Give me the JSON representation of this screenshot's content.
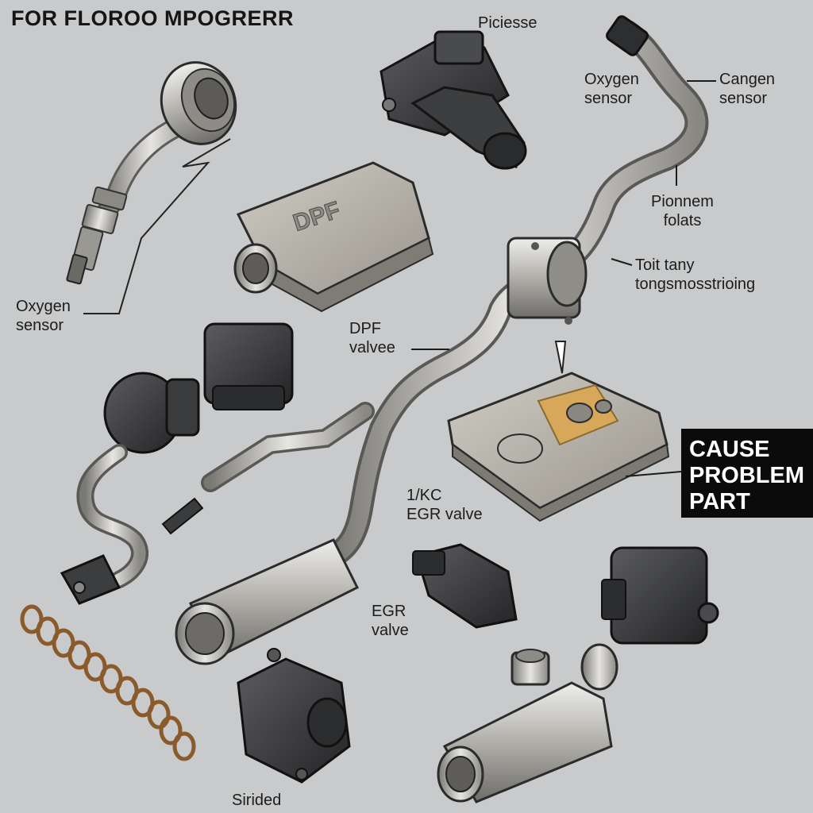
{
  "title": "FOR FLOROO MPOGRERR",
  "labels": {
    "piciesse": "Piciesse",
    "oxygen_sensor_top": [
      "Oxygen",
      "sensor"
    ],
    "cangen_sensor": [
      "Cangen",
      "sensor"
    ],
    "pionnem_folats": [
      "Pionnem",
      "folats"
    ],
    "toit_tany": [
      "Toit tany",
      "tongsmosstrioing"
    ],
    "oxygen_sensor_left": [
      "Oxygen",
      "sensor"
    ],
    "dpf_valvee": [
      "DPF",
      "valvee"
    ],
    "kc_egr": [
      "1/KC",
      "EGR valve"
    ],
    "egr_valve": [
      "EGR",
      "valve"
    ],
    "sirided": "Sirided",
    "dpf_stamp": "DPF"
  },
  "callout": {
    "lines": [
      "CAUSE",
      "PROBLEM",
      "PART"
    ]
  },
  "colors": {
    "background": "#c9cacb",
    "metal": "#b9b7b2",
    "dark_part": "#3c3d3f",
    "highlight": "#d8a85a",
    "callout_bg": "#0b0b0b",
    "gasket_ring": "#8a5a2b"
  }
}
